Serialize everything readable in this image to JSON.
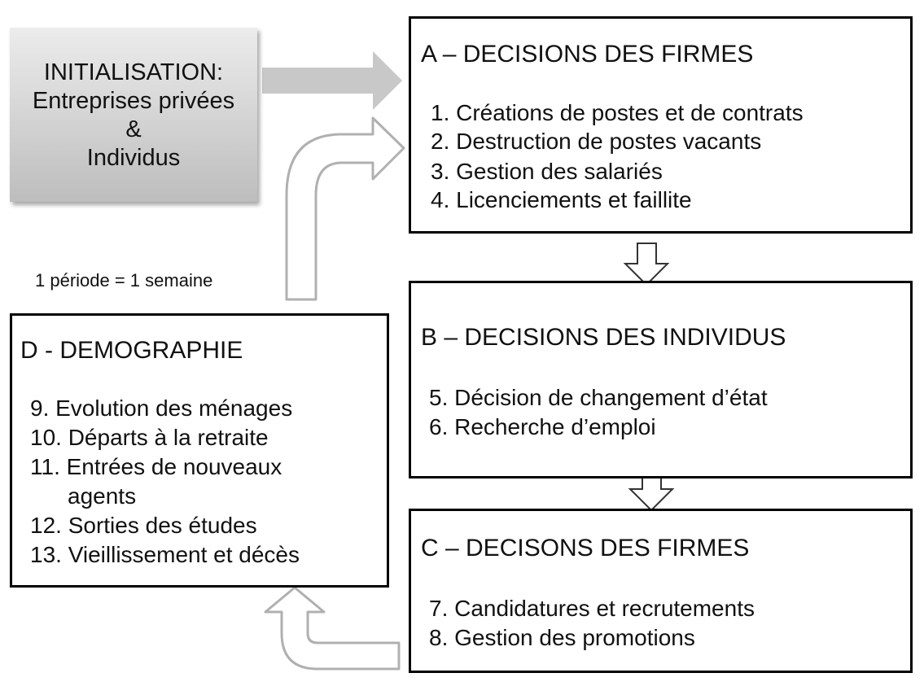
{
  "initialisation": {
    "lines": [
      "INITIALISATION:",
      "Entreprises privées",
      "&",
      "Individus"
    ]
  },
  "period_note": "1 période = 1 semaine",
  "box_a": {
    "title": "A – DECISIONS DES FIRMES",
    "items": [
      "1. Créations de postes et de contrats",
      "2. Destruction de postes vacants",
      "3. Gestion des salariés",
      "4. Licenciements et faillite"
    ]
  },
  "box_b": {
    "title": "B – DECISIONS DES INDIVIDUS",
    "items": [
      "5. Décision de changement d’état",
      "6. Recherche d’emploi"
    ]
  },
  "box_c": {
    "title": "C – DECISONS DES FIRMES",
    "items": [
      "7. Candidatures et recrutements",
      "8. Gestion des promotions"
    ]
  },
  "box_d": {
    "title": "D - DEMOGRAPHIE",
    "items": [
      "9.   Evolution des ménages",
      "10. Départs à la retraite",
      "11. Entrées de nouveaux",
      "agents",
      "12. Sorties des études",
      "13. Vieillissement et décès"
    ]
  },
  "colors": {
    "border": "#000000",
    "arrow_fill_grey": "#c8c8c8",
    "arrow_outline_grey": "#b0b0b0"
  }
}
